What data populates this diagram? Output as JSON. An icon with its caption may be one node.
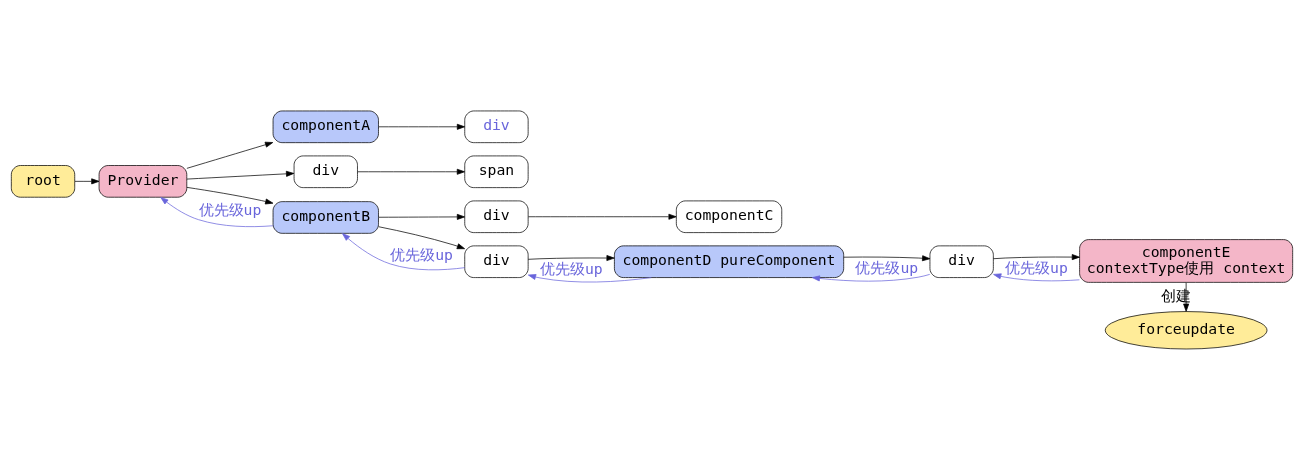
{
  "diagram": {
    "nodes": [
      {
        "text": [
          "root"
        ]
      },
      {
        "text": [
          "Provider"
        ]
      },
      {
        "text": [
          "componentA"
        ]
      },
      {
        "text": [
          "div"
        ]
      },
      {
        "text": [
          "div"
        ]
      },
      {
        "text": [
          "span"
        ]
      },
      {
        "text": [
          "componentB"
        ]
      },
      {
        "text": [
          "div"
        ]
      },
      {
        "text": [
          "componentC"
        ]
      },
      {
        "text": [
          "div"
        ]
      },
      {
        "text": [
          "componentD pureComponent"
        ]
      },
      {
        "text": [
          "div"
        ]
      },
      {
        "text": [
          "componentE",
          "contextType使用 context"
        ]
      },
      {
        "text": [
          "forceupdate"
        ]
      }
    ],
    "edges": [
      {
        "from": 0,
        "to": 1,
        "arrow": "to"
      },
      {
        "from": 1,
        "to": 2,
        "arrow": "to"
      },
      {
        "from": 1,
        "to": 4,
        "arrow": "to"
      },
      {
        "from": 1,
        "to": 6,
        "arrow": "to"
      },
      {
        "from": 6,
        "to": 1,
        "arrow": "to",
        "label": "优先级up",
        "color": "#6965db"
      },
      {
        "from": 2,
        "to": 3,
        "arrow": "to"
      },
      {
        "from": 4,
        "to": 5,
        "arrow": "to"
      },
      {
        "from": 6,
        "to": 7,
        "arrow": "to"
      },
      {
        "from": 7,
        "to": 8,
        "arrow": "to"
      },
      {
        "from": 6,
        "to": 9,
        "arrow": "to"
      },
      {
        "from": 9,
        "to": 6,
        "arrow": "to",
        "label": "优先级up",
        "color": "#6965db"
      },
      {
        "from": 9,
        "to": 10,
        "arrow": "to"
      },
      {
        "from": 10,
        "to": 9,
        "arrow": "to",
        "label": "优先级up",
        "color": "#6965db"
      },
      {
        "from": 10,
        "to": 11,
        "arrow": "to"
      },
      {
        "from": 11,
        "to": 10,
        "arrow": "to",
        "label": "优先级up",
        "color": "#6965db"
      },
      {
        "from": 11,
        "to": 12,
        "arrow": "to"
      },
      {
        "from": 12,
        "to": 11,
        "arrow": "to",
        "label": "优先级up",
        "color": "#6965db"
      },
      {
        "from": 12,
        "to": 13,
        "arrow": "to",
        "label": "创建"
      }
    ]
  }
}
